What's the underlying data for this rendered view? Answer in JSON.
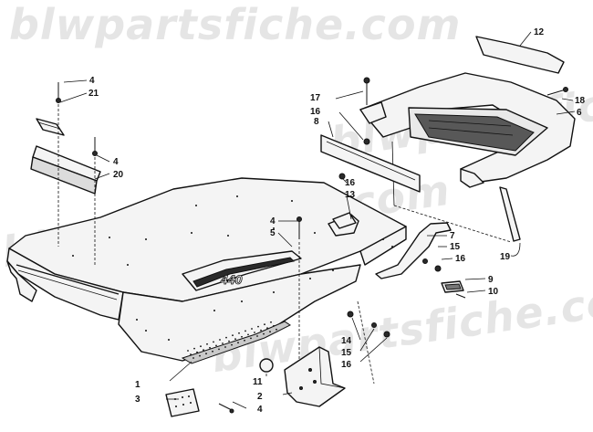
{
  "watermark": {
    "text": "blwpartsfiche.com",
    "color": "#a0a0a0"
  },
  "decal_text": "440",
  "callouts": [
    {
      "id": "c1",
      "text": "1"
    },
    {
      "id": "c2",
      "text": "2"
    },
    {
      "id": "c3",
      "text": "3"
    },
    {
      "id": "c4a",
      "text": "4"
    },
    {
      "id": "c4b",
      "text": "4"
    },
    {
      "id": "c4c",
      "text": "4"
    },
    {
      "id": "c4d",
      "text": "4"
    },
    {
      "id": "c5",
      "text": "5"
    },
    {
      "id": "c6",
      "text": "6"
    },
    {
      "id": "c7",
      "text": "7"
    },
    {
      "id": "c8",
      "text": "8"
    },
    {
      "id": "c9",
      "text": "9"
    },
    {
      "id": "c10",
      "text": "10"
    },
    {
      "id": "c11",
      "text": "11"
    },
    {
      "id": "c12",
      "text": "12"
    },
    {
      "id": "c13",
      "text": "13"
    },
    {
      "id": "c14",
      "text": "14"
    },
    {
      "id": "c15a",
      "text": "15"
    },
    {
      "id": "c15b",
      "text": "15"
    },
    {
      "id": "c16a",
      "text": "16"
    },
    {
      "id": "c16b",
      "text": "16"
    },
    {
      "id": "c16c",
      "text": "16"
    },
    {
      "id": "c16d",
      "text": "16"
    },
    {
      "id": "c17",
      "text": "17"
    },
    {
      "id": "c18",
      "text": "18"
    },
    {
      "id": "c19",
      "text": "19"
    },
    {
      "id": "c20",
      "text": "20"
    },
    {
      "id": "c21",
      "text": "21"
    }
  ]
}
